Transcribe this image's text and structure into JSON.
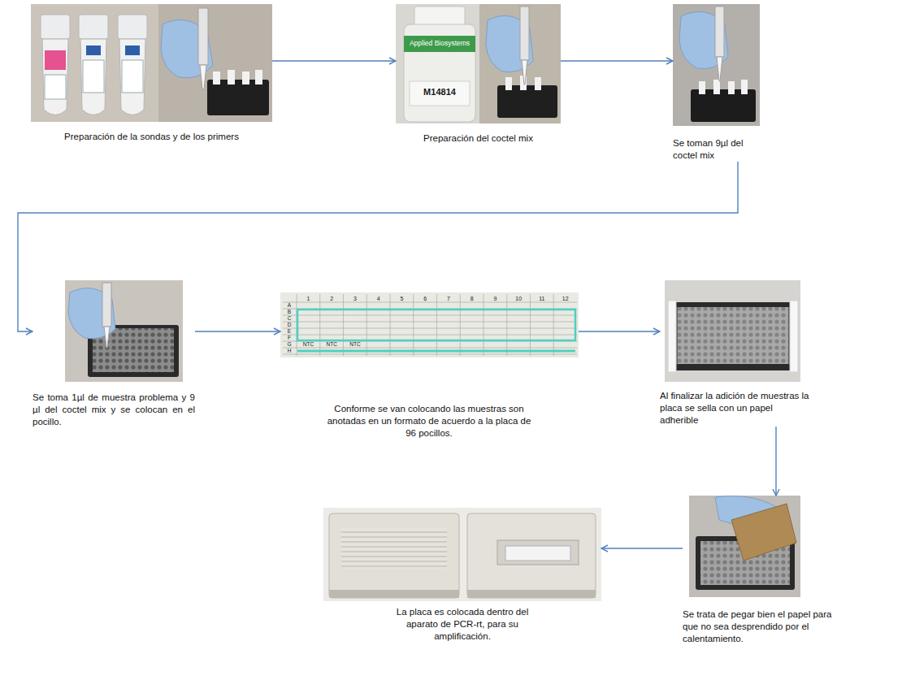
{
  "diagram": {
    "nodes": [
      {
        "text": [
          "Preparación de la sondas y de los primers"
        ]
      },
      {
        "text": [
          "Preparación del coctel mix"
        ]
      },
      {
        "text": [
          "Se toman 9µl del coctel mix"
        ]
      },
      {
        "text": [
          "Se toma 1µl de muestra problema y 9 µl del coctel mix y se colocan en el pocillo."
        ]
      },
      {
        "text": [
          "Conforme se van colocando las muestras son anotadas en un formato de acuerdo a la placa de 96 pocillos."
        ]
      },
      {
        "text": [
          "Al finalizar la adición de muestras la placa se sella con un papel adherible"
        ]
      },
      {
        "text": [
          "La placa es colocada dentro del aparato de PCR-rt, para su amplificación."
        ]
      },
      {
        "text": [
          "Se trata de pegar bien el papel para que no sea desprendido por el calentamiento."
        ]
      }
    ],
    "edges": [
      {
        "from": 0,
        "to": 1,
        "arrow": "to"
      },
      {
        "from": 1,
        "to": 2,
        "arrow": "to"
      },
      {
        "from": 2,
        "to": 3,
        "arrow": "to"
      },
      {
        "from": 3,
        "to": 4,
        "arrow": "to"
      },
      {
        "from": 4,
        "to": 5,
        "arrow": "to"
      },
      {
        "from": 5,
        "to": 7,
        "arrow": "to"
      },
      {
        "from": 7,
        "to": 6,
        "arrow": "to"
      }
    ],
    "labels": [
      "Applied Biosystems",
      "M14814",
      "1",
      "2",
      "3",
      "4",
      "5",
      "6",
      "7",
      "8",
      "9",
      "10",
      "11",
      "12",
      "A",
      "B",
      "C",
      "D",
      "E",
      "F",
      "G",
      "H",
      "NTC",
      "NTC",
      "NTC"
    ]
  }
}
